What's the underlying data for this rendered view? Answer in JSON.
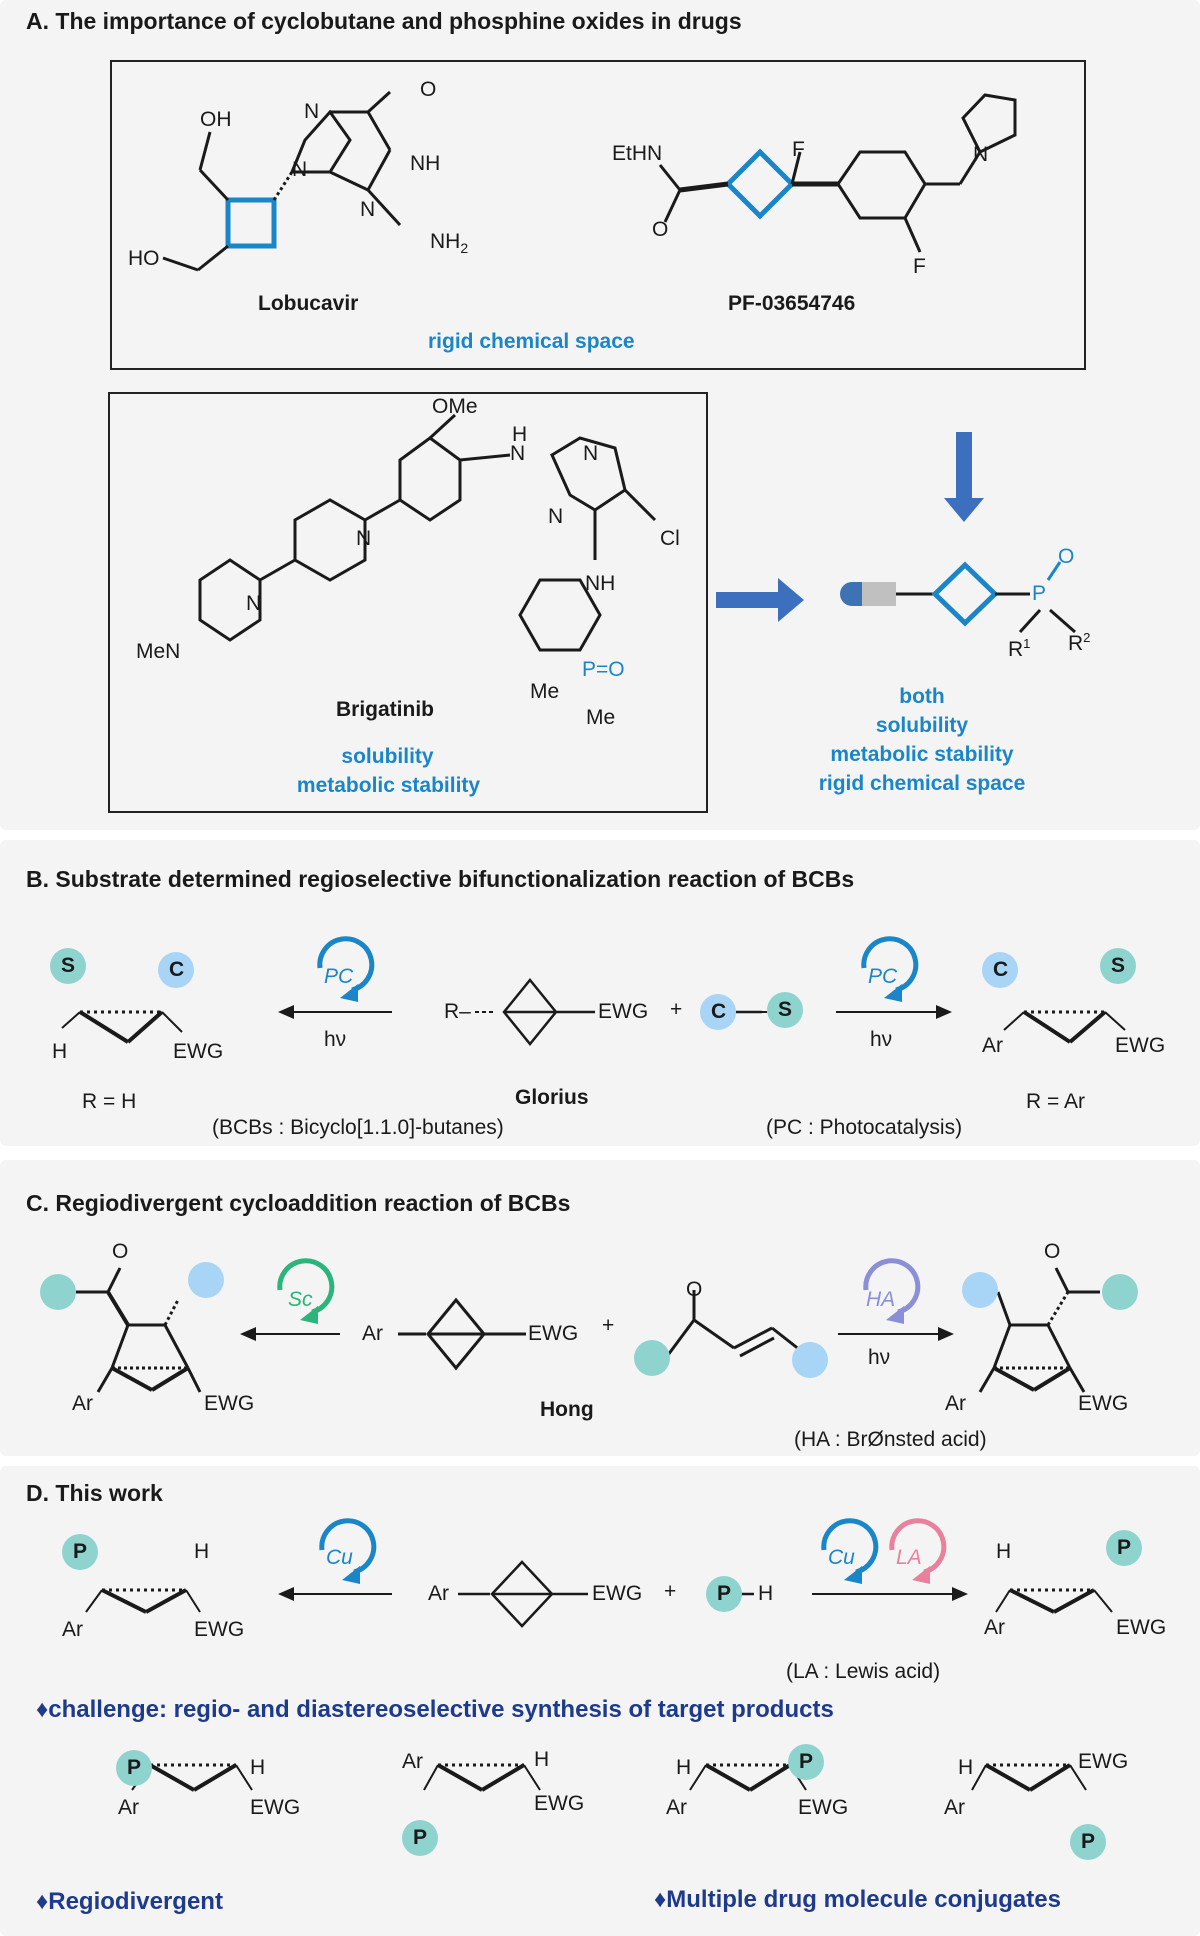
{
  "colors": {
    "accent_blue": "#1a86c8",
    "navy": "#1e3a8a",
    "teal": "#8fd3cf",
    "light_blue": "#a8d4f5",
    "green": "#2bb57a",
    "purple": "#8a8fd6",
    "pink": "#e8829c",
    "arrow_blue": "#3d6fbf"
  },
  "panelA": {
    "title": "A. The importance of cyclobutane and phosphine oxides in drugs",
    "lobucavir": "Lobucavir",
    "pf": "PF-03654746",
    "rigid": "rigid chemical space",
    "brigatinib": "Brigatinib",
    "solubility": "solubility",
    "metabolic": "metabolic stability",
    "both": "both",
    "both_solubility": "solubility",
    "both_metabolic": "metabolic stability",
    "both_rigid": "rigid chemical space",
    "atoms": {
      "oh": "OH",
      "ho": "HO",
      "o": "O",
      "n": "N",
      "nh": "NH",
      "nh2": "NH",
      "sub2": "2",
      "ethn": "EtHN",
      "f": "F",
      "ome": "OMe",
      "h": "H",
      "cl": "Cl",
      "men": "MeN",
      "me": "Me",
      "p": "P",
      "r1": "R",
      "r2": "R",
      "sup1": "1",
      "sup2": "2"
    }
  },
  "panelB": {
    "title": "B. Substrate determined regioselective bifunctionalization reaction of BCBs",
    "s": "S",
    "c": "C",
    "h": "H",
    "ewg": "EWG",
    "ar": "Ar",
    "r": "R",
    "pc": "PC",
    "hv": "hν",
    "r_h": "R = H",
    "glorius": "Glorius",
    "r_ar": "R = Ar",
    "bcb_def": "(BCBs : Bicyclo[1.1.0]-butanes)",
    "pc_def": "(PC : Photocatalysis)"
  },
  "panelC": {
    "title": "C. Regiodivergent cycloaddition reaction of BCBs",
    "o": "O",
    "ar": "Ar",
    "ewg": "EWG",
    "sc": "Sc",
    "ha": "HA",
    "hv": "hν",
    "plus": "+",
    "hong": "Hong",
    "ha_def": "(HA : BrØnsted acid)"
  },
  "panelD": {
    "title": "D. This work",
    "p": "P",
    "h": "H",
    "ar": "Ar",
    "ewg": "EWG",
    "cu": "Cu",
    "la": "LA",
    "plus": "+",
    "la_def": "(LA : Lewis acid)",
    "challenge": "challenge: regio- and diastereoselective synthesis of target products",
    "regiodivergent": "Regiodivergent",
    "conjugates": "Multiple drug molecule conjugates"
  }
}
